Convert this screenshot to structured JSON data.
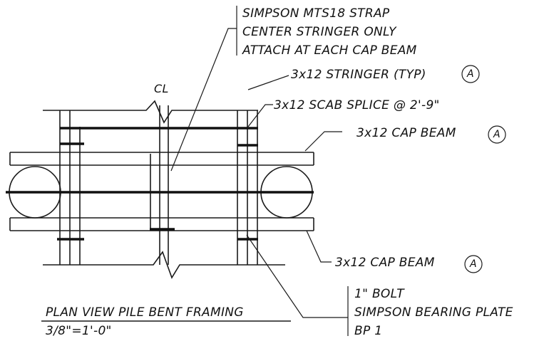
{
  "notes": {
    "strap": [
      "SIMPSON MTS18 STRAP",
      "CENTER STRINGER ONLY",
      "ATTACH AT EACH CAP BEAM"
    ],
    "stringer": "3x12 STRINGER (TYP)",
    "scab": "3x12 SCAB SPLICE @ 2'-9\"",
    "cap_top": "3x12 CAP BEAM",
    "cap_bottom": "3x12 CAP BEAM",
    "bolt": [
      "1\" BOLT",
      "SIMPSON BEARING PLATE",
      "BP 1"
    ]
  },
  "tags": {
    "a1": "A",
    "a2": "A",
    "a3": "A"
  },
  "centerline": "CL",
  "title": {
    "main": "PLAN VIEW PILE BENT FRAMING",
    "scale": "3/8\"=1'-0\""
  }
}
